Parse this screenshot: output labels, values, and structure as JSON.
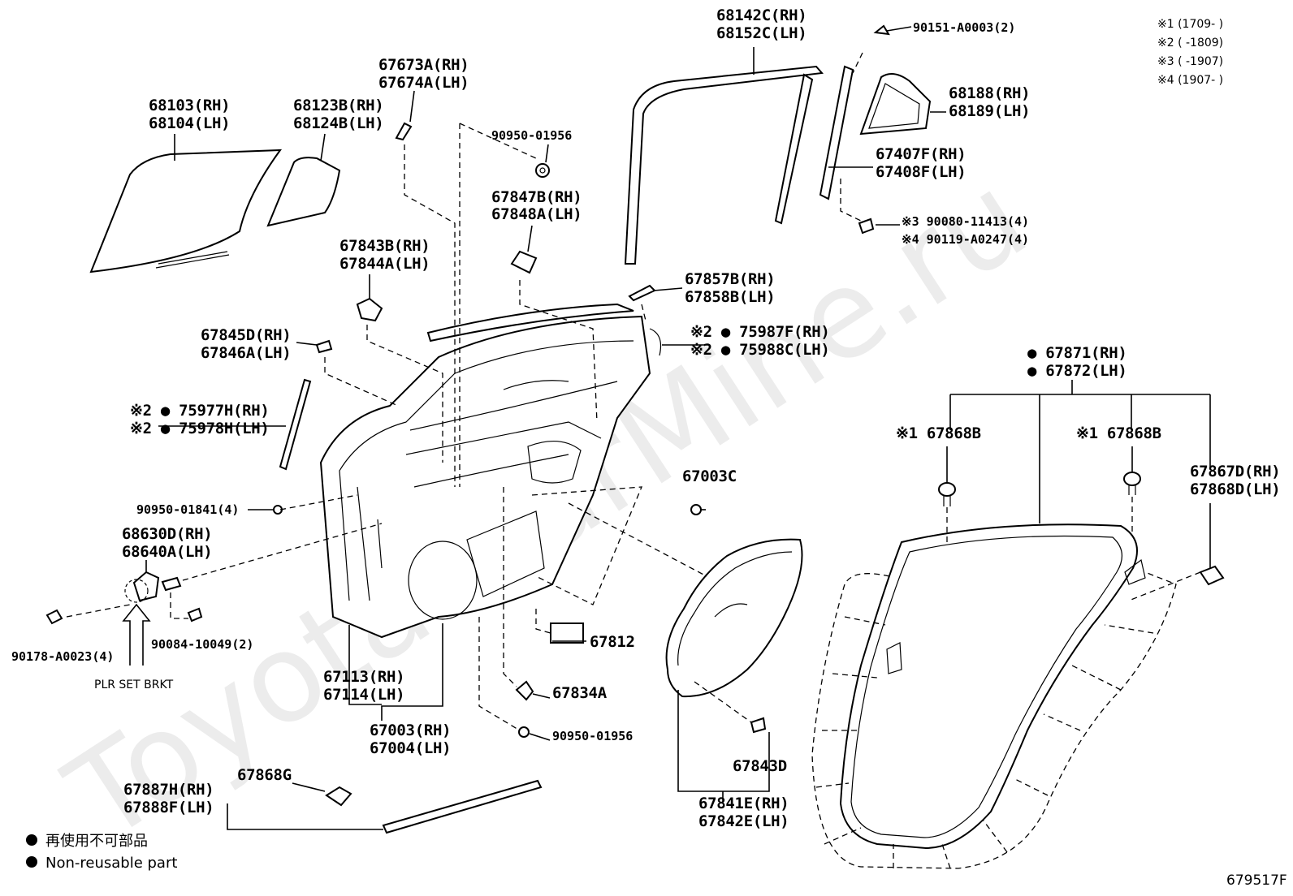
{
  "watermark": "Toyota-CarMine.ru",
  "diagram_code": "679517F",
  "date_notes": {
    "n1": "※1 (1709-      )",
    "n2": "※2 (      -1809)",
    "n3": "※3 (      -1907)",
    "n4": "※4 (1907-      )"
  },
  "legend": {
    "jp": "再使用不可部品",
    "en": "Non-reusable part"
  },
  "parts": {
    "p68103": "68103(RH)",
    "p68104": "68104(LH)",
    "p68123": "68123B(RH)",
    "p68124": "68124B(LH)",
    "p67673": "67673A(RH)",
    "p67674": "67674A(LH)",
    "p90950a": "90950-01956",
    "p67847": "67847B(RH)",
    "p67848": "67848A(LH)",
    "p68142": "68142C(RH)",
    "p68152": "68152C(LH)",
    "p90151": "90151-A0003(2)",
    "p68188": "68188(RH)",
    "p68189": "68189(LH)",
    "p67407": "67407F(RH)",
    "p67408": "67408F(LH)",
    "p90080": "※3 90080-11413(4)",
    "p90119": "※4 90119-A0247(4)",
    "p67843b": "67843B(RH)",
    "p67844a": "67844A(LH)",
    "p67857": "67857B(RH)",
    "p67858": "67858B(LH)",
    "p67845": "67845D(RH)",
    "p67846": "67846A(LH)",
    "p75987": "※2 ● 75987F(RH)",
    "p75988": "※2 ● 75988C(LH)",
    "p67871": "● 67871(RH)",
    "p67872": "● 67872(LH)",
    "p75977": "※2 ● 75977H(RH)",
    "p75978": "※2 ● 75978H(LH)",
    "p67868b1": "※1 67868B",
    "p67868b2": "※1 67868B",
    "p67003c": "67003C",
    "p67867": "67867D(RH)",
    "p67868d": "67868D(LH)",
    "p90950b": "90950-01841(4)",
    "p68630": "68630D(RH)",
    "p68640": "68640A(LH)",
    "p67812": "67812",
    "p90178": "90178-A0023(4)",
    "p90084": "90084-10049(2)",
    "p_plr": "PLR SET BRKT",
    "p67113": "67113(RH)",
    "p67114": "67114(LH)",
    "p67834": "67834A",
    "p67003": "67003(RH)",
    "p67004": "67004(LH)",
    "p90950c": "90950-01956",
    "p67843d": "67843D",
    "p67887": "67887H(RH)",
    "p67888": "67888F(LH)",
    "p67868g": "67868G",
    "p67841": "67841E(RH)",
    "p67842": "67842E(LH)"
  }
}
